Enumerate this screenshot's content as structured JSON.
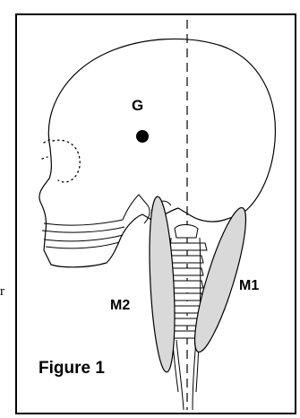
{
  "figure": {
    "caption": "Figure 1",
    "labels": {
      "center_of_gravity": "G",
      "muscle_right": "M1",
      "muscle_left": "M2"
    }
  },
  "edge_text": "r",
  "colors": {
    "outline": "#000000",
    "muscle_fill": "#d9d9d9",
    "background": "#ffffff"
  }
}
